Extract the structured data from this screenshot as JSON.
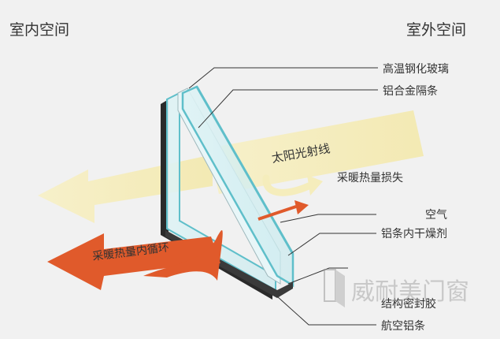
{
  "labels": {
    "indoor": "室内空间",
    "outdoor": "室外空间",
    "tempered_glass": "高温钢化玻璃",
    "aluminum_spacer": "铝合金隔条",
    "sunlight": "太阳光射线",
    "heat_loss": "采暖热量损失",
    "heat_circulation": "采暖热量内循环",
    "air": "空气",
    "desiccant": "铝条内干燥剂",
    "structural_sealant": "结构密封胶",
    "aviation_aluminum": "航空铝条"
  },
  "watermark": {
    "text": "威耐美门窗"
  },
  "colors": {
    "background": "#f1f1f1",
    "sun_ray": "#f5edbc",
    "heat_arrow": "#e05a2b",
    "glass_edge": "#5fbfca",
    "frame_dark": "#2a2a2a",
    "leader_line": "#333333"
  }
}
